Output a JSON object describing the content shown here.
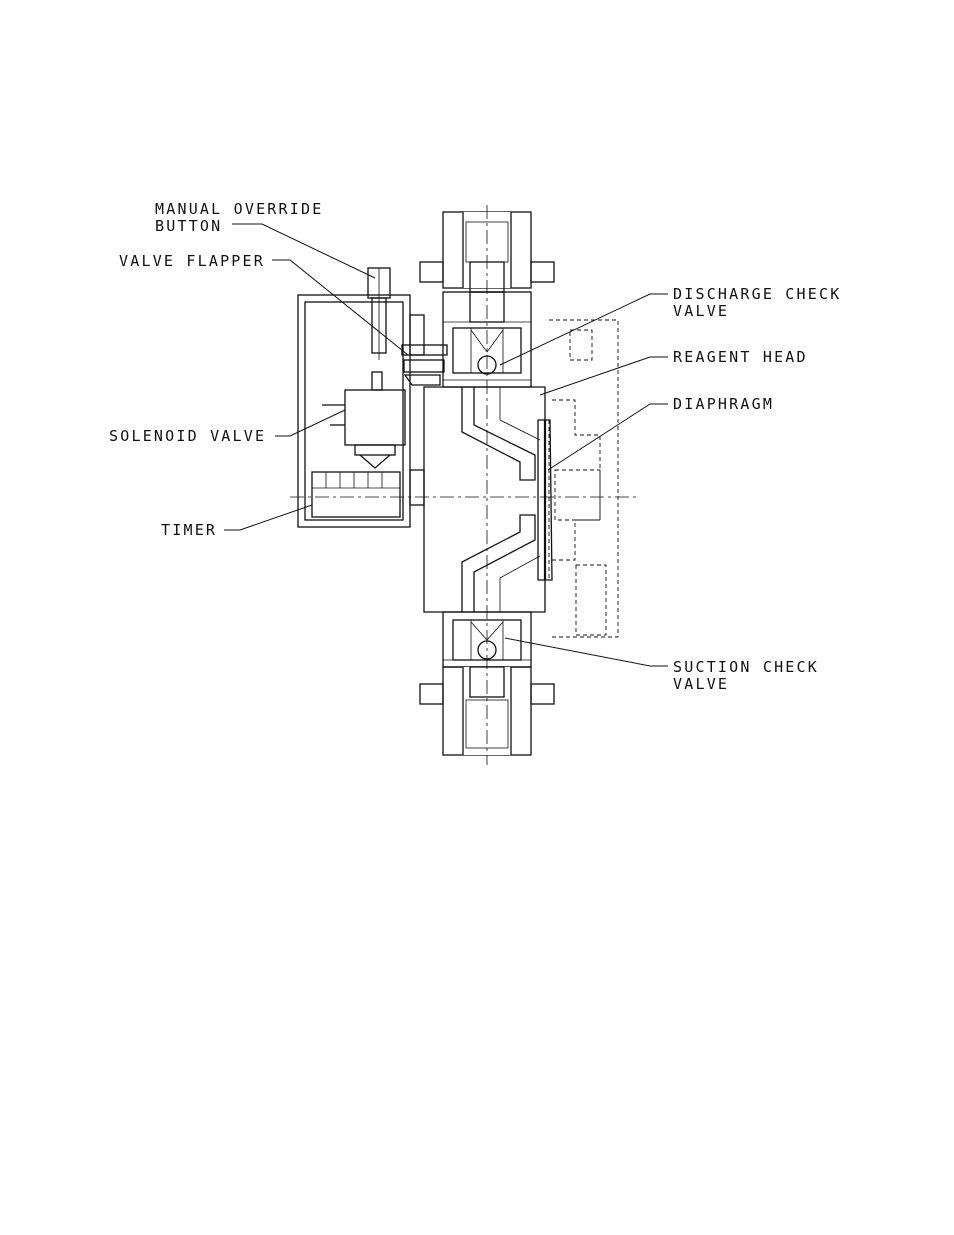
{
  "labels": {
    "manual_override_1": "MANUAL OVERRIDE",
    "manual_override_2": "BUTTON",
    "valve_flapper": "VALVE FLAPPER",
    "solenoid_valve": "SOLENOID VALVE",
    "timer": "TIMER",
    "discharge_check_1": "DISCHARGE CHECK",
    "discharge_check_2": "VALVE",
    "reagent_head": "REAGENT HEAD",
    "diaphragm": "DIAPHRAGM",
    "suction_check_1": "SUCTION CHECK",
    "suction_check_2": "VALVE"
  }
}
